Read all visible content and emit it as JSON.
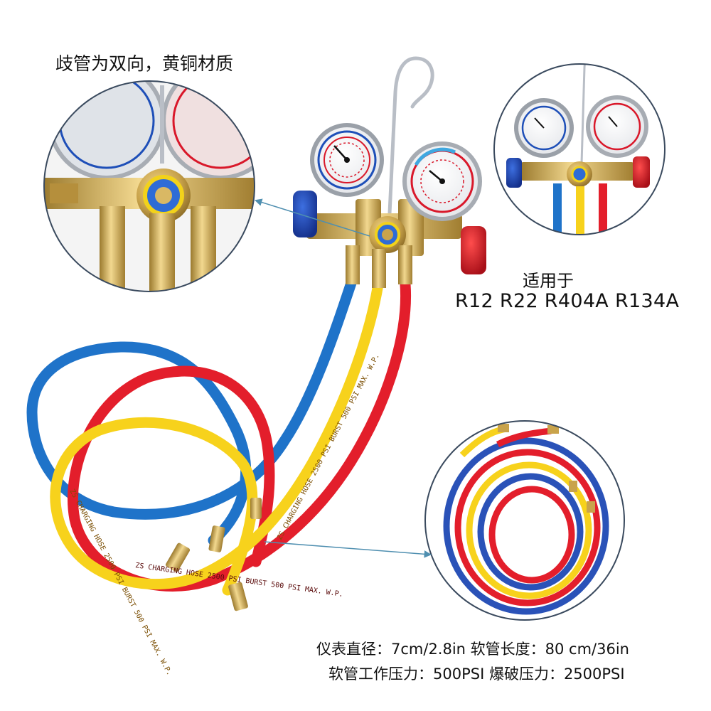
{
  "captions": {
    "manifold_note": "歧管为双向，黄铜材质",
    "applicable_title": "适用于",
    "refrigerants": "R12 R22 R404A R134A",
    "spec_line_1": "仪表直径：7cm/2.8in  软管长度：80 cm/36in",
    "spec_line_2": "软管工作压力：500PSI  爆破压力：2500PSI"
  },
  "hose_print": {
    "text": "ZS CHARGING HOSE 2500 PSI BURST 500 PSI MAX. W.P."
  },
  "gauges": {
    "low_side_color": "#1e4fb8",
    "high_side_color": "#d9182a"
  },
  "colors": {
    "blue_hose": "#1f73c9",
    "yellow_hose": "#f7d21c",
    "red_hose": "#e31e2b",
    "brass": "#c9a34b",
    "circle_border": "#3a4a5e",
    "pointer_arrow": "#4f8fb0"
  },
  "icons": {
    "blue_knob": "knob-icon",
    "red_knob": "knob-icon",
    "hook": "hook-icon"
  }
}
